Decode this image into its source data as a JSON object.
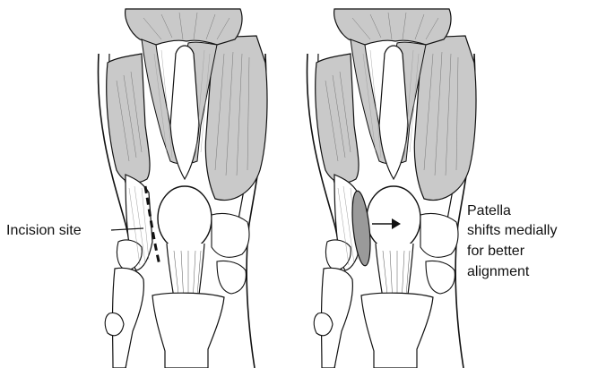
{
  "labels": {
    "incision": "Incision site",
    "patella_lines": [
      "Patella",
      "shifts medially",
      "for better",
      "alignment"
    ]
  },
  "colors": {
    "muscle_fill": "#c9c9c9",
    "tendon_fill": "#ffffff",
    "line": "#111111",
    "incision_fill": "#9a9a9a"
  }
}
